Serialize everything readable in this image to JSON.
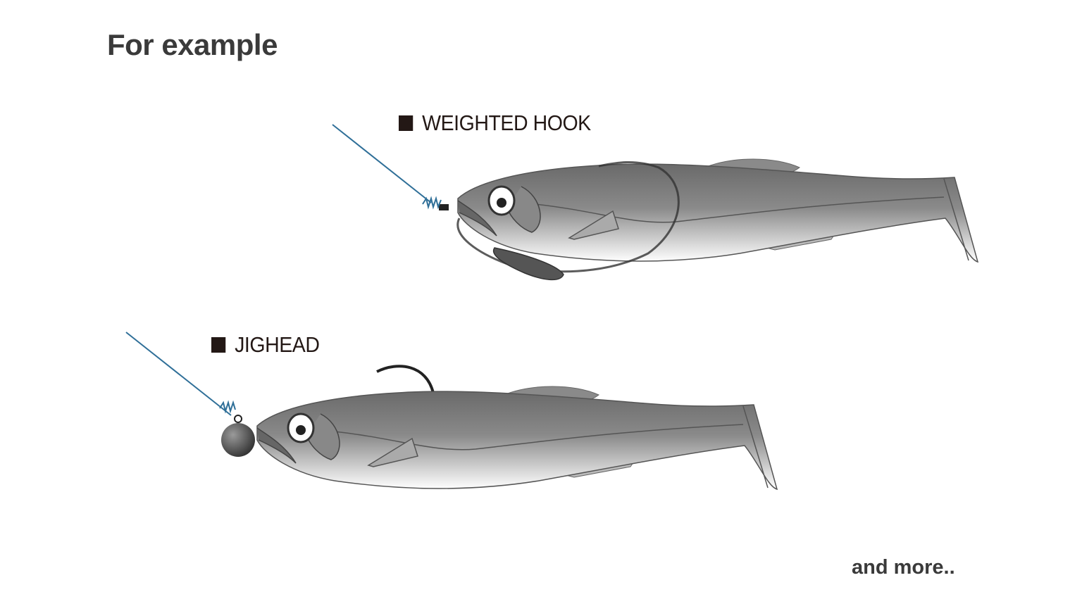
{
  "title": "For example",
  "rigs": [
    {
      "label": "WEIGHTED HOOK",
      "icon": "black-square-bullet"
    },
    {
      "label": "JIGHEAD",
      "icon": "black-square-bullet"
    }
  ],
  "footer": "and more..",
  "colors": {
    "line": "#2f6f98",
    "text": "#231815",
    "fish_dark": "#6f6f6f",
    "fish_light": "#ffffff"
  }
}
